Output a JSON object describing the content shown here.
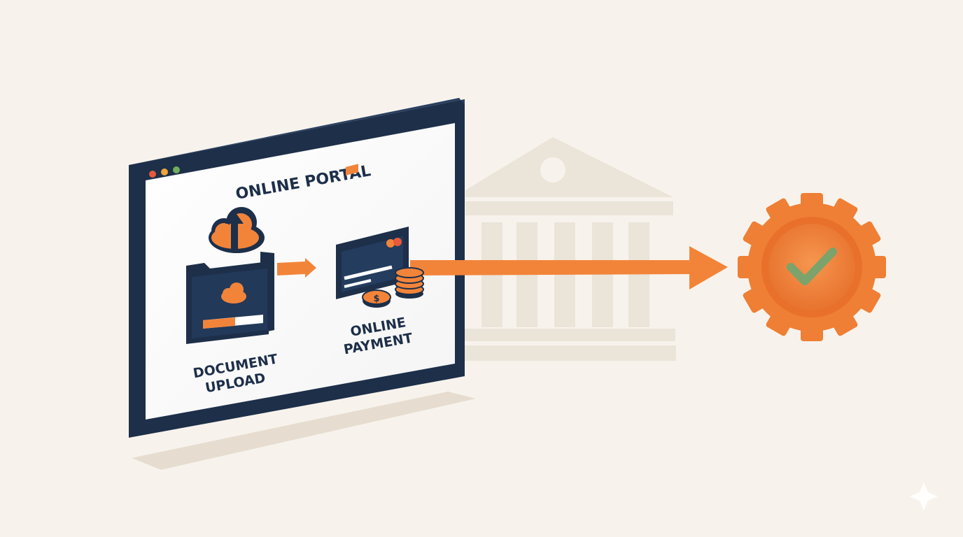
{
  "portal": {
    "title": "ONLINE PORTAL",
    "window_controls": [
      "close",
      "minimize",
      "maximize"
    ]
  },
  "steps": [
    {
      "label_line1": "DOCUMENT",
      "label_line2": "UPLOAD",
      "icon": "folder-upload-icon"
    },
    {
      "label_line1": "ONLINE",
      "label_line2": "PAYMENT",
      "icon": "credit-card-coins-icon"
    }
  ],
  "result": {
    "icon": "gear-checkmark-badge-icon"
  },
  "background": {
    "icon": "bank-building-icon"
  },
  "colors": {
    "background": "#f7f3ec",
    "frame": "#1d2f49",
    "accent_orange": "#f2843a",
    "accent_orange_dark": "#e06a26",
    "check_green": "#7ba36b",
    "building": "#e9e2d7",
    "window_red": "#e8593b",
    "window_yellow": "#f0a43a",
    "window_green": "#6fae5b"
  }
}
